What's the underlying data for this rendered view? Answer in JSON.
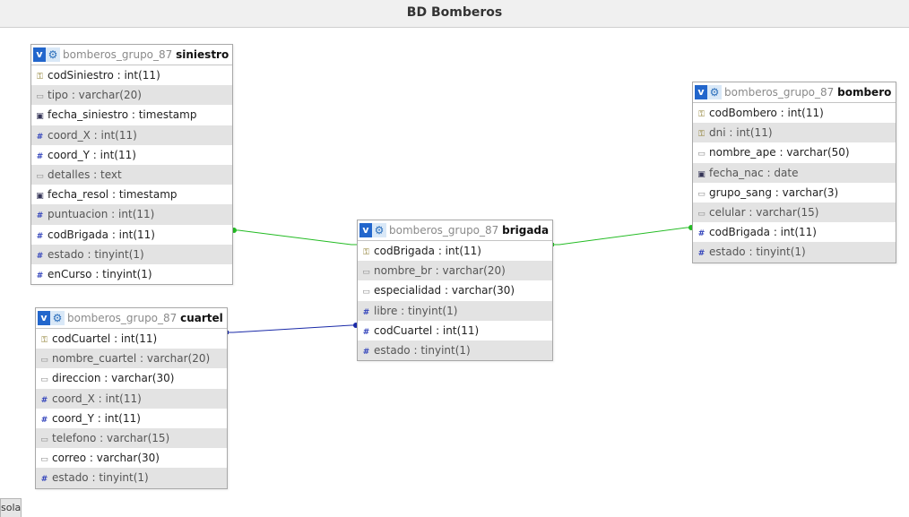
{
  "title": "BD Bomberos",
  "console_label": "sola",
  "database": "bomberos_grupo_87",
  "icons": {
    "view": "v-badge-icon",
    "options": "gear-icon"
  },
  "colors": {
    "relation_green": "#22bb22",
    "relation_blue": "#1a2aa8",
    "row_alt": "#e3e3e3"
  },
  "tables": {
    "siniestro": {
      "db": "bomberos_grupo_87",
      "name": "siniestro",
      "columns": [
        {
          "label": "codSiniestro : int(11)",
          "icon": "key"
        },
        {
          "label": "tipo : varchar(20)",
          "icon": "str"
        },
        {
          "label": "fecha_siniestro : timestamp",
          "icon": "cal"
        },
        {
          "label": "coord_X : int(11)",
          "icon": "hash"
        },
        {
          "label": "coord_Y : int(11)",
          "icon": "hash"
        },
        {
          "label": "detalles : text",
          "icon": "str"
        },
        {
          "label": "fecha_resol : timestamp",
          "icon": "cal"
        },
        {
          "label": "puntuacion : int(11)",
          "icon": "hash"
        },
        {
          "label": "codBrigada : int(11)",
          "icon": "hash"
        },
        {
          "label": "estado : tinyint(1)",
          "icon": "hash"
        },
        {
          "label": "enCurso : tinyint(1)",
          "icon": "hash"
        }
      ]
    },
    "cuartel": {
      "db": "bomberos_grupo_87",
      "name": "cuartel",
      "columns": [
        {
          "label": "codCuartel : int(11)",
          "icon": "key"
        },
        {
          "label": "nombre_cuartel : varchar(20)",
          "icon": "str"
        },
        {
          "label": "direccion : varchar(30)",
          "icon": "str"
        },
        {
          "label": "coord_X : int(11)",
          "icon": "hash"
        },
        {
          "label": "coord_Y : int(11)",
          "icon": "hash"
        },
        {
          "label": "telefono : varchar(15)",
          "icon": "str"
        },
        {
          "label": "correo : varchar(30)",
          "icon": "str"
        },
        {
          "label": "estado : tinyint(1)",
          "icon": "hash"
        }
      ]
    },
    "brigada": {
      "db": "bomberos_grupo_87",
      "name": "brigada",
      "columns": [
        {
          "label": "codBrigada : int(11)",
          "icon": "key"
        },
        {
          "label": "nombre_br : varchar(20)",
          "icon": "str"
        },
        {
          "label": "especialidad : varchar(30)",
          "icon": "str"
        },
        {
          "label": "libre : tinyint(1)",
          "icon": "hash"
        },
        {
          "label": "codCuartel : int(11)",
          "icon": "hash"
        },
        {
          "label": "estado : tinyint(1)",
          "icon": "hash"
        }
      ]
    },
    "bombero": {
      "db": "bomberos_grupo_87",
      "name": "bombero",
      "columns": [
        {
          "label": "codBombero : int(11)",
          "icon": "key"
        },
        {
          "label": "dni : int(11)",
          "icon": "key"
        },
        {
          "label": "nombre_ape : varchar(50)",
          "icon": "str"
        },
        {
          "label": "fecha_nac : date",
          "icon": "cal"
        },
        {
          "label": "grupo_sang : varchar(3)",
          "icon": "str"
        },
        {
          "label": "celular : varchar(15)",
          "icon": "str"
        },
        {
          "label": "codBrigada : int(11)",
          "icon": "hash"
        },
        {
          "label": "estado : tinyint(1)",
          "icon": "hash"
        }
      ]
    }
  }
}
